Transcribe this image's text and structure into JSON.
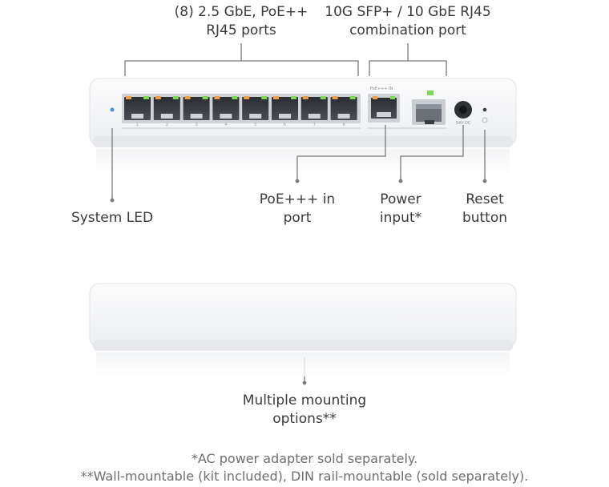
{
  "callouts": {
    "rj45_ports": [
      "(8) 2.5 GbE, PoE++",
      "RJ45 ports"
    ],
    "combo_port": [
      "10G SFP+ / 10 GbE RJ45",
      "combination port"
    ],
    "system_led": [
      "System LED"
    ],
    "poe_in": [
      "PoE+++ in",
      "port"
    ],
    "power_input": [
      "Power",
      "input*"
    ],
    "reset": [
      "Reset",
      "button"
    ],
    "mounting": [
      "Multiple mounting",
      "options**"
    ]
  },
  "device": {
    "port_labels": [
      "1",
      "2",
      "3",
      "4",
      "5",
      "6",
      "7",
      "8"
    ],
    "poe_in_tag": "PoE+++ IN",
    "power_tag": "54V DC",
    "port_count": 8
  },
  "footnotes": {
    "note1": "*AC power adapter sold separately.",
    "note2": "**Wall-mountable (kit included), DIN rail-mountable (sold separately)."
  },
  "colors": {
    "led_blue": "#4a90e2",
    "port_orange": "#f0a04b",
    "port_green": "#7ed957",
    "callout_line": "#7a7a7a",
    "body": "#f4f5f6"
  }
}
